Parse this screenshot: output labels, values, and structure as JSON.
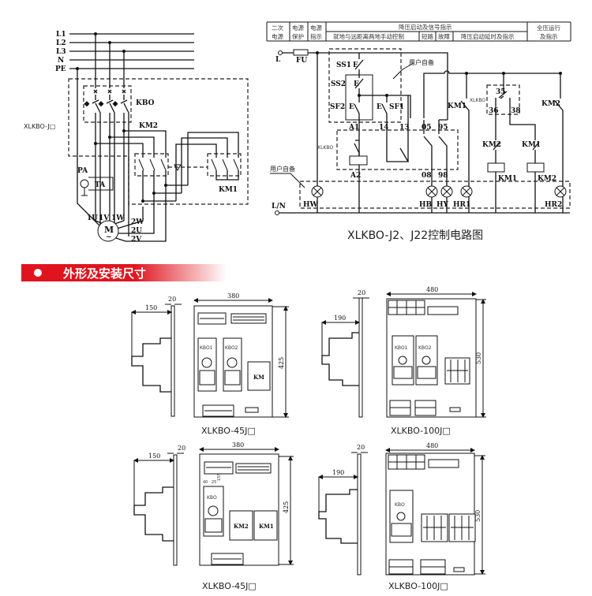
{
  "power_circuit": {
    "lines": [
      "L1",
      "L2",
      "L3",
      "N",
      "PE"
    ],
    "model_label": "XLKBO-J□",
    "kbo": "KBO",
    "km2": "KM2",
    "km1": "KM1",
    "pa": "PA",
    "ta": "TA",
    "motor": "M",
    "motor_sub": "~",
    "terminals": [
      "1U",
      "1V",
      "1W",
      "2W",
      "2U",
      "2V"
    ]
  },
  "control_circuit": {
    "table": {
      "col1": [
        "二次",
        "电源"
      ],
      "col2": [
        "电源",
        "保护"
      ],
      "col3": [
        "电源",
        "指示"
      ],
      "group_header": "降压启动及信号指示",
      "sub_headers": [
        "就地与远距离两地手动控制",
        "短路",
        "故障",
        "降压启动延时及指示"
      ],
      "last": [
        "全压运行",
        "及指示"
      ]
    },
    "labels": {
      "L": "L",
      "LN": "L/N",
      "FU": "FU",
      "SS1": "SS1",
      "SS2": "SS2",
      "SF2": "SF2",
      "SF1": "SF1",
      "E": "E",
      "user_provided": "用户自备",
      "xlkbo": "XLKBO",
      "A1": "A1",
      "14": "14",
      "13": "13",
      "05": "05",
      "95": "95",
      "A2": "A2",
      "08": "08",
      "98": "98",
      "KM1": "KM1",
      "KM2": "KM2",
      "35": "35",
      "36": "36",
      "38": "38",
      "HW": "HW",
      "HB": "HB",
      "HY": "HY",
      "HR1": "HR1",
      "HR2": "HR2"
    },
    "caption": "XLKBO-J2、J22控制电路图"
  },
  "section": {
    "title": "外形及安装尺寸",
    "accent": "#e0141e"
  },
  "drawings": [
    {
      "model": "XLKBO-45J□",
      "depth": "150",
      "plate": "20",
      "width": "380",
      "height": "425",
      "modules": [
        "KBO1",
        "KBO2",
        "KM"
      ]
    },
    {
      "model": "XLKBO-100J□",
      "depth": "190",
      "plate": "20",
      "width": "480",
      "height": "530",
      "modules": [
        "KBO1",
        "KBO2"
      ]
    },
    {
      "model": "XLKBO-45J□",
      "depth": "150",
      "plate": "20",
      "width": "380",
      "height": "425",
      "modules": [
        "KBO",
        "KM2",
        "KM1"
      ],
      "spacings": [
        "40",
        "25",
        "155"
      ]
    },
    {
      "model": "XLKBO-100J□",
      "depth": "190",
      "plate": "20",
      "width": "480",
      "height": "530",
      "modules": [
        "KBO"
      ]
    }
  ]
}
